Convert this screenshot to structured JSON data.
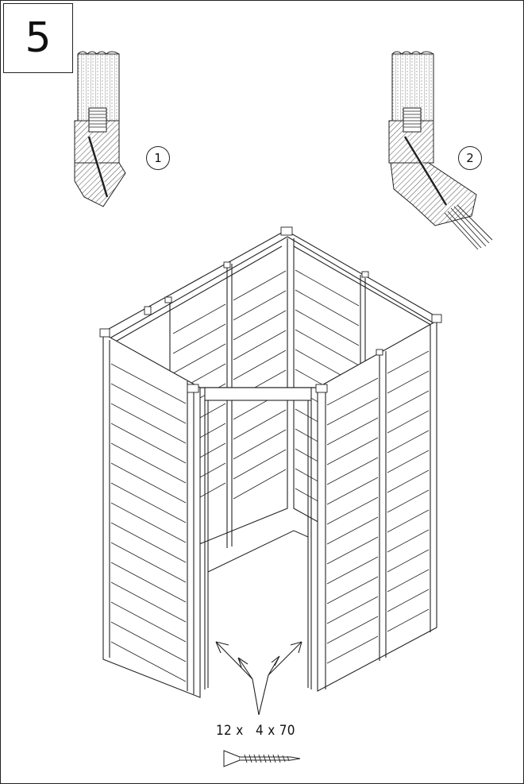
{
  "step": {
    "number": "5"
  },
  "callouts": [
    {
      "label": "1"
    },
    {
      "label": "2"
    }
  ],
  "hardware": {
    "quantity": "12 x",
    "screw_size": "4 x 70",
    "icon": "wood-screw-icon"
  },
  "icons": {
    "detail_1": "screw-joint-detail-icon",
    "detail_2": "screw-joint-detail-icon",
    "assembly": "shed-wall-assembly-icon",
    "arrows": "screw-location-arrows-icon"
  },
  "colors": {
    "line": "#222222",
    "background": "#ffffff"
  }
}
